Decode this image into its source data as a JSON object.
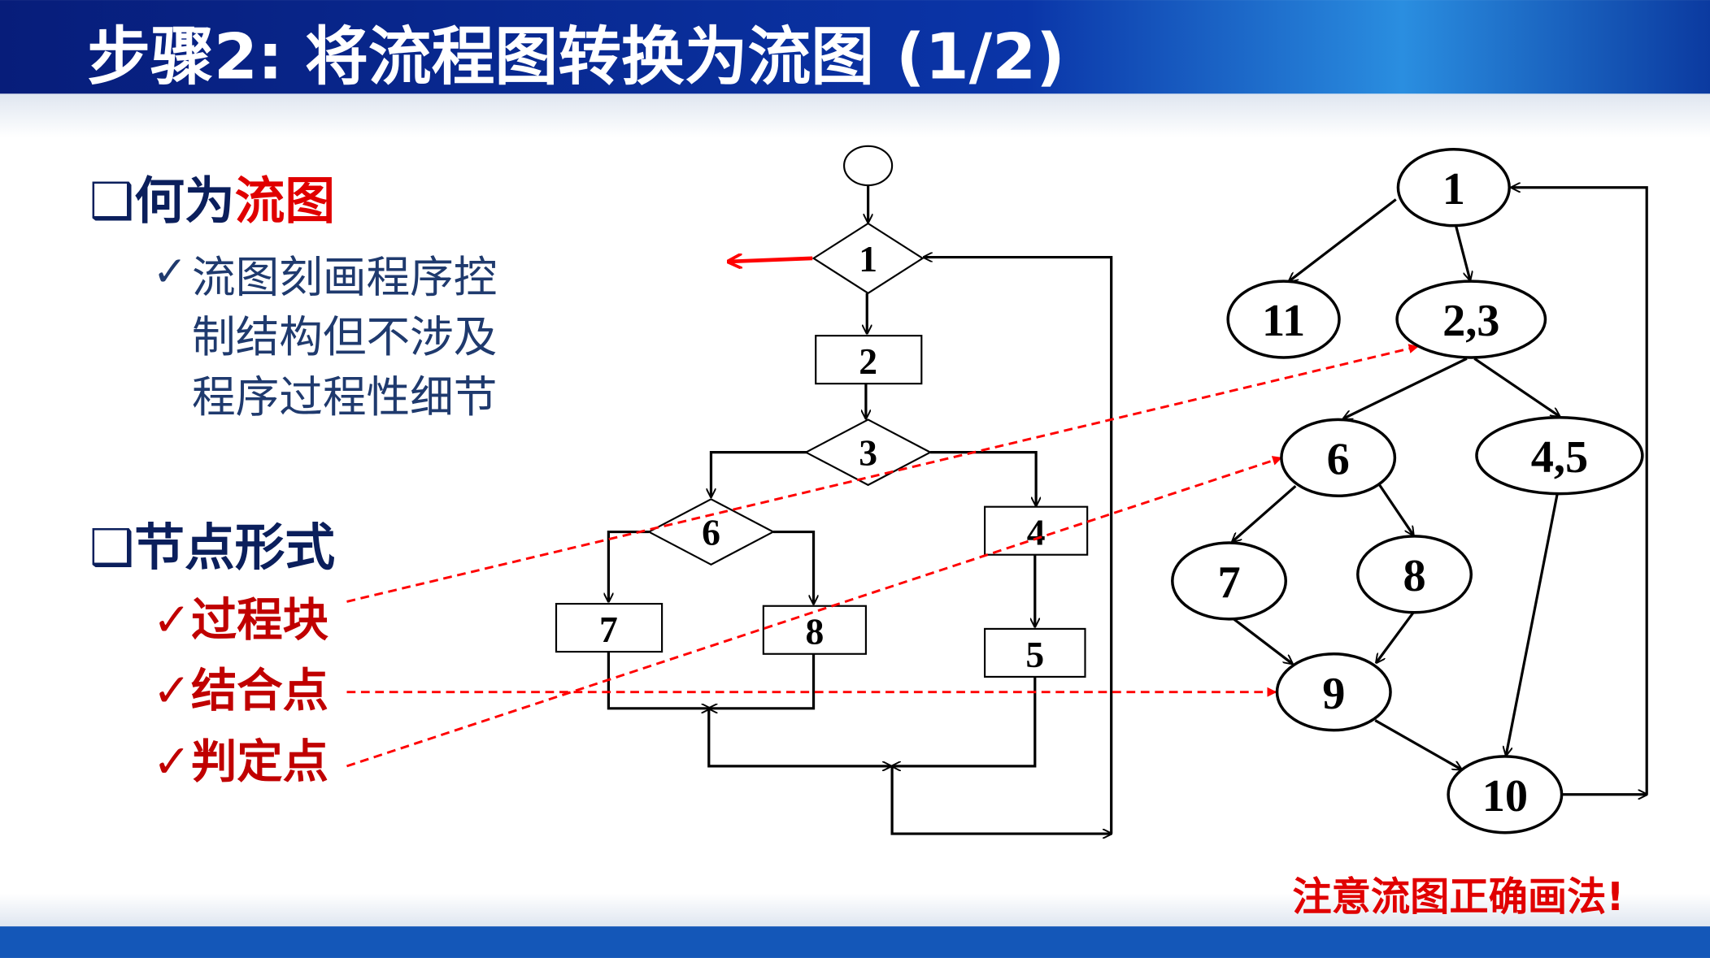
{
  "title": "步骤2: 将流程图转换为流图 (1/2)",
  "section1": {
    "bullet": "❑",
    "prefix": "何为",
    "highlight": "流图",
    "check": "✓",
    "lines": [
      "流图刻画程序控",
      "制结构但不涉及",
      "程序过程性细节"
    ]
  },
  "section2": {
    "bullet": "❑",
    "heading": "节点形式",
    "items": [
      {
        "check": "✓",
        "label": "过程块"
      },
      {
        "check": "✓",
        "label": "结合点"
      },
      {
        "check": "✓",
        "label": "判定点"
      }
    ]
  },
  "flowchart": {
    "nodes": [
      "1",
      "2",
      "3",
      "6",
      "7",
      "8",
      "4",
      "5"
    ]
  },
  "flowgraph": {
    "nodes": [
      "1",
      "11",
      "2,3",
      "6",
      "4,5",
      "7",
      "8",
      "9",
      "10"
    ]
  },
  "note": "注意流图正确画法!",
  "colors": {
    "title_bar": "#0a2a8c",
    "accent_red": "#e00000",
    "text_blue": "#1f3a6e",
    "heading_blue": "#0b1f5c"
  }
}
